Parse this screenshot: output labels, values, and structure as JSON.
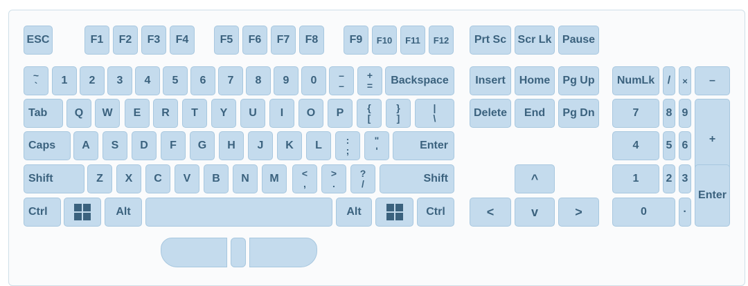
{
  "keys": {
    "esc": "ESC",
    "f1": "F1",
    "f2": "F2",
    "f3": "F3",
    "f4": "F4",
    "f5": "F5",
    "f6": "F6",
    "f7": "F7",
    "f8": "F8",
    "f9": "F9",
    "f10": "F10",
    "f11": "F11",
    "f12": "F12",
    "prtsc": "Prt Sc",
    "scrlk": "Scr Lk",
    "pause": "Pause",
    "tilde": [
      "~",
      "`"
    ],
    "n1": "1",
    "n2": "2",
    "n3": "3",
    "n4": "4",
    "n5": "5",
    "n6": "6",
    "n7": "7",
    "n8": "8",
    "n9": "9",
    "n0": "0",
    "minus": [
      "–",
      "–"
    ],
    "equal": [
      "+",
      "="
    ],
    "backspace": "Backspace",
    "tab": "Tab",
    "q": "Q",
    "w": "W",
    "e": "E",
    "r": "R",
    "t": "T",
    "y": "Y",
    "u": "U",
    "i": "I",
    "o": "O",
    "p": "P",
    "lbracket": [
      "{",
      "["
    ],
    "rbracket": [
      "}",
      "]"
    ],
    "backslash": [
      "|",
      "\\"
    ],
    "caps": "Caps",
    "a": "A",
    "s": "S",
    "d": "D",
    "f": "F",
    "g": "G",
    "h": "H",
    "j": "J",
    "k": "K",
    "l": "L",
    "semicolon": [
      ":",
      ";"
    ],
    "quote": [
      "\"",
      "'"
    ],
    "enter": "Enter",
    "lshift": "Shift",
    "z": "Z",
    "x": "X",
    "c": "C",
    "v": "V",
    "b": "B",
    "n": "N",
    "m": "M",
    "comma": [
      "<",
      ","
    ],
    "period": [
      ">",
      "."
    ],
    "slash": [
      "?",
      "/"
    ],
    "rshift": "Shift",
    "lctrl": "Ctrl",
    "lalt": "Alt",
    "space": "",
    "ralt": "Alt",
    "rctrl": "Ctrl",
    "insert": "Insert",
    "home": "Home",
    "pgup": "Pg Up",
    "delete": "Delete",
    "end": "End",
    "pgdn": "Pg Dn",
    "up": "^",
    "left": "<",
    "down": "v",
    "right": ">",
    "numlk": "NumLk",
    "numdiv": "/",
    "nummul": "×",
    "numminus": "–",
    "num7": "7",
    "num8": "8",
    "num9": "9",
    "numplus": "+",
    "num4": "4",
    "num5": "5",
    "num6": "6",
    "num1": "1",
    "num2": "2",
    "num3": "3",
    "numenter": "Enter",
    "num0": "0",
    "numdot": "·"
  },
  "colors": {
    "key": "#c4dbed",
    "border": "#a7c7df",
    "text": "#3b627e"
  }
}
